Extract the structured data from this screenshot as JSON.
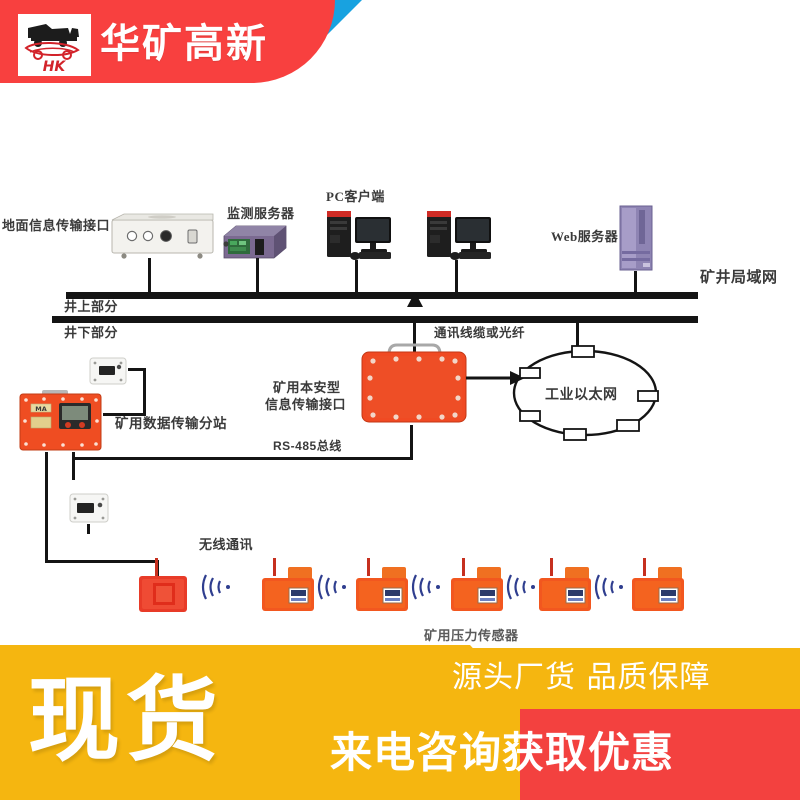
{
  "header": {
    "brand_text": "华矿高新",
    "logo_text": "HK",
    "accent_red": "#f8403f",
    "accent_blue": "#18a2e0"
  },
  "diagram": {
    "title_nodes": {
      "ground_interface": "地面信息传输接口",
      "monitor_server": "监测服务器",
      "pc_client": "PC客户端",
      "web_server": "Web服务器",
      "mine_lan": "矿井局域网",
      "above_ground": "井上部分",
      "below_ground": "井下部分",
      "safety_interface_line1": "矿用本安型",
      "safety_interface_line2": "信息传输接口",
      "comm_cable": "通讯线缆或光纤",
      "industrial_ethernet": "工业以太网",
      "data_substation": "矿用数据传输分站",
      "rs485_bus": "RS-485总线",
      "wireless_comm": "无线通讯",
      "pressure_sensor": "矿用压力传感器"
    },
    "colors": {
      "device_orange": "#ef4d22",
      "line_black": "#141414",
      "label_gray": "#3a3a3a",
      "server_purple": "#7b6a91"
    },
    "counts": {
      "pc_clients": 2,
      "wireless_sensors": 5,
      "ethernet_ring_nodes": 6
    }
  },
  "promo": {
    "in_stock": "现货",
    "tagline": "源头厂货 品质保障",
    "cta": "来电咨询获取优惠",
    "yellow": "#f5b610",
    "red": "#f3413f"
  }
}
